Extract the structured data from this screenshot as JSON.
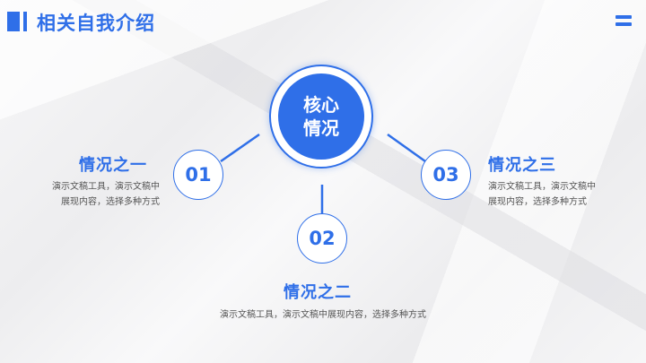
{
  "header": {
    "title": "相关自我介绍",
    "menu_icon": "menu-icon"
  },
  "colors": {
    "accent": "#2f6fe8",
    "text": "#555555"
  },
  "core": {
    "line1": "核心",
    "line2": "情况"
  },
  "items": [
    {
      "number": "01",
      "title": "情况之一",
      "desc_line1": "演示文稿工具，演示文稿中",
      "desc_line2": "展现内容，选择多种方式"
    },
    {
      "number": "02",
      "title": "情况之二",
      "desc_line1": "演示文稿工具，演示文稿中展现内容，选择多种方式"
    },
    {
      "number": "03",
      "title": "情况之三",
      "desc_line1": "演示文稿工具，演示文稿中",
      "desc_line2": "展现内容，选择多种方式"
    }
  ]
}
